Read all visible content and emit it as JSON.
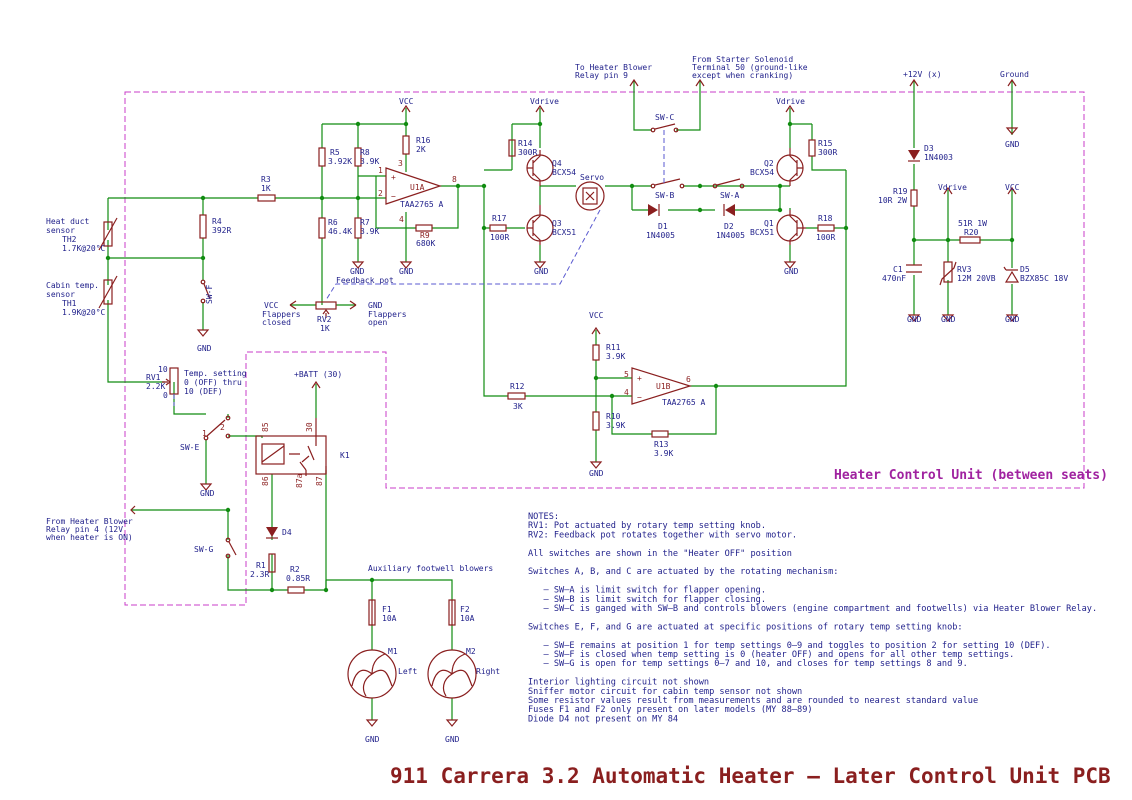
{
  "title": "911 Carrera 3.2 Automatic Heater — Later Control Unit PCB",
  "box_label": "Heater Control Unit (between seats)",
  "external": {
    "heater_blower": [
      "To Heater Blower",
      "Relay pin 9"
    ],
    "starter": [
      "From Starter Solenoid",
      "Terminal 50 (ground-like",
      "except when cranking)"
    ],
    "blower_relay_in": [
      "From Heater Blower",
      "Relay pin 4 (12V",
      "when heater is ON)"
    ]
  },
  "power": {
    "vcc": "VCC",
    "vdrive": "Vdrive",
    "gnd": "GND",
    "plus12": "+12V (x)",
    "ground": "Ground",
    "batt": "+BATT (30)"
  },
  "components": {
    "r3": [
      "R3",
      "1K"
    ],
    "r4": [
      "R4",
      "392R"
    ],
    "r5": [
      "R5",
      "3.92K"
    ],
    "r8": [
      "R8",
      "3.9K"
    ],
    "r16": [
      "R16",
      "2K"
    ],
    "r6": [
      "R6",
      "46.4K"
    ],
    "r7": [
      "R7",
      "3.9K"
    ],
    "r9": [
      "R9",
      "680K"
    ],
    "u1a": [
      "U1A",
      "TAA2765 A"
    ],
    "u1b": [
      "U1B",
      "TAA2765 A"
    ],
    "r14": [
      "R14",
      "300R"
    ],
    "q4": [
      "Q4",
      "BCX54"
    ],
    "r17": [
      "R17",
      "100R"
    ],
    "q3": [
      "Q3",
      "BCX51"
    ],
    "servo": "Servo",
    "swc": "SW-C",
    "swb": "SW-B",
    "swa": "SW-A",
    "d1": [
      "D1",
      "1N4005"
    ],
    "d2": [
      "D2",
      "1N4005"
    ],
    "q2": [
      "Q2",
      "BCX54"
    ],
    "r15": [
      "R15",
      "300R"
    ],
    "q1": [
      "Q1",
      "BCX51"
    ],
    "r18": [
      "R18",
      "100R"
    ],
    "d3": [
      "D3",
      "1N4003"
    ],
    "r19": [
      "R19",
      "10R 2W"
    ],
    "r20": [
      "R20",
      "51R 1W"
    ],
    "c1": [
      "C1",
      "470nF"
    ],
    "rv3": [
      "RV3",
      "12M 20VB"
    ],
    "d5": [
      "D5",
      "BZX85C 18V"
    ],
    "th2": [
      "Heat duct",
      "sensor",
      "TH2",
      "1.7K@20°C"
    ],
    "th1": [
      "Cabin temp.",
      "sensor",
      "TH1",
      "1.9K@20°C"
    ],
    "rv1": [
      "RV1",
      "2.2K",
      "Temp. setting",
      "0 (OFF) thru",
      "10 (DEF)",
      "10",
      "0"
    ],
    "rv2": [
      "RV2",
      "1K",
      "Feedback pot",
      "Flappers",
      "closed",
      "Flappers",
      "open"
    ],
    "swf": "SW-F",
    "swe": "SW-E",
    "swg": "SW-G",
    "r11": [
      "R11",
      "3.9K"
    ],
    "r12": [
      "R12",
      "3K"
    ],
    "r10": [
      "R10",
      "3.9K"
    ],
    "r13": [
      "R13",
      "3.9K"
    ],
    "k1": [
      "K1",
      "85",
      "86",
      "30",
      "87a",
      "87"
    ],
    "d4": "D4",
    "r1": [
      "R1",
      "2.3R"
    ],
    "r2": [
      "R2",
      "0.85R"
    ],
    "aux": "Auxiliary footwell blowers",
    "f1": [
      "F1",
      "10A"
    ],
    "f2": [
      "F2",
      "10A"
    ],
    "m1": [
      "M1",
      "Left"
    ],
    "m2": [
      "M2",
      "Right"
    ],
    "pins": [
      "1",
      "2",
      "3",
      "8",
      "4",
      "5",
      "6"
    ]
  },
  "notes": [
    "NOTES:",
    "RV1: Pot actuated by rotary temp setting knob.",
    "RV2: Feedback pot rotates together with servo motor.",
    "",
    "All switches are shown in the \"Heater OFF\" position",
    "",
    "Switches A, B, and C are actuated by the rotating mechanism:",
    "",
    "   – SW–A is limit switch for flapper opening.",
    "   – SW–B is limit switch for flapper closing.",
    "   – SW–C is ganged with SW–B and controls blowers (engine compartment and footwells) via Heater Blower Relay.",
    "",
    "Switches E, F, and G are actuated at specific positions of rotary temp setting knob:",
    "",
    "   – SW–E remains at position 1 for temp settings 0–9 and toggles to position 2 for setting 10 (DEF).",
    "   – SW–F is closed when temp setting is 0 (heater OFF) and opens for all other temp settings.",
    "   – SW–G is open for temp settings 0–7 and 10, and closes for temp settings 8 and 9.",
    "",
    "Interior lighting circuit not shown",
    "Sniffer motor circuit for cabin temp sensor not shown",
    "Some resistor values result from measurements and are rounded to nearest standard value",
    "Fuses F1 and F2 only present on later models (MY 88–89)",
    "Diode D4 not present on MY 84"
  ]
}
